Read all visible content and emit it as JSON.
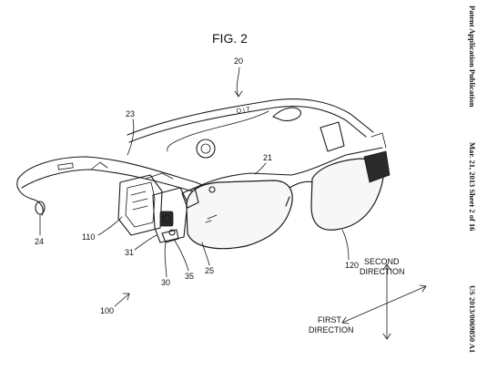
{
  "header": {
    "publication": "Patent Application Publication",
    "date_sheet": "Mar. 21, 2013  Sheet 2 of 16",
    "number": "US 2013/0069850 A1"
  },
  "figure": {
    "title": "FIG. 2",
    "refs": {
      "r20": "20",
      "r23": "23",
      "r21": "21",
      "r24": "24",
      "r110": "110",
      "r31": "31",
      "r30": "30",
      "r35": "35",
      "r25": "25",
      "r120": "120",
      "r100": "100"
    },
    "directions": {
      "second_line1": "SECOND",
      "second_line2": "DIRECTION",
      "first_line1": "FIRST",
      "first_line2": "DIRECTION"
    },
    "temple_print": "O | T"
  }
}
